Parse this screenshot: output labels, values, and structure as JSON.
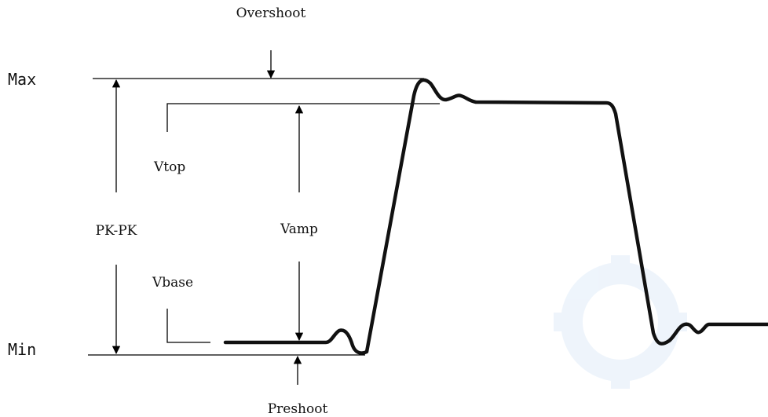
{
  "labels": {
    "overshoot": "Overshoot",
    "max": "Max",
    "min": "Min",
    "vtop": "Vtop",
    "vbase": "Vbase",
    "pkpk": "PK-PK",
    "vamp": "Vamp",
    "preshoot": "Preshoot"
  },
  "colors": {
    "line": "#000000",
    "waveform": "#111111",
    "watermark": "#cfe2f5"
  }
}
